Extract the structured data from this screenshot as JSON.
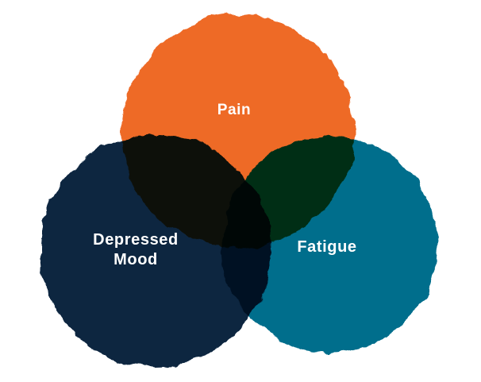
{
  "diagram": {
    "type": "venn",
    "background_color": "#FFFFFF",
    "label_color": "#FFFFFF",
    "overlap_blend": "multiply",
    "sets": [
      {
        "id": "pain",
        "label": "Pain",
        "color": "#EE6A28"
      },
      {
        "id": "depressed-mood",
        "label": "Depressed Mood",
        "label_line1": "Depressed",
        "label_line2": "Mood",
        "color": "#0A2540"
      },
      {
        "id": "fatigue",
        "label": "Fatigue",
        "color": "#006E8C"
      }
    ],
    "overlaps": [
      {
        "between": [
          "Pain",
          "Depressed Mood"
        ],
        "color": "#090F0A"
      },
      {
        "between": [
          "Pain",
          "Fatigue"
        ],
        "color": "#0D3318"
      },
      {
        "between": [
          "Depressed Mood",
          "Fatigue"
        ],
        "color": "#001C30"
      },
      {
        "between": [
          "Pain",
          "Depressed Mood",
          "Fatigue"
        ],
        "color": "#030A08"
      }
    ]
  }
}
